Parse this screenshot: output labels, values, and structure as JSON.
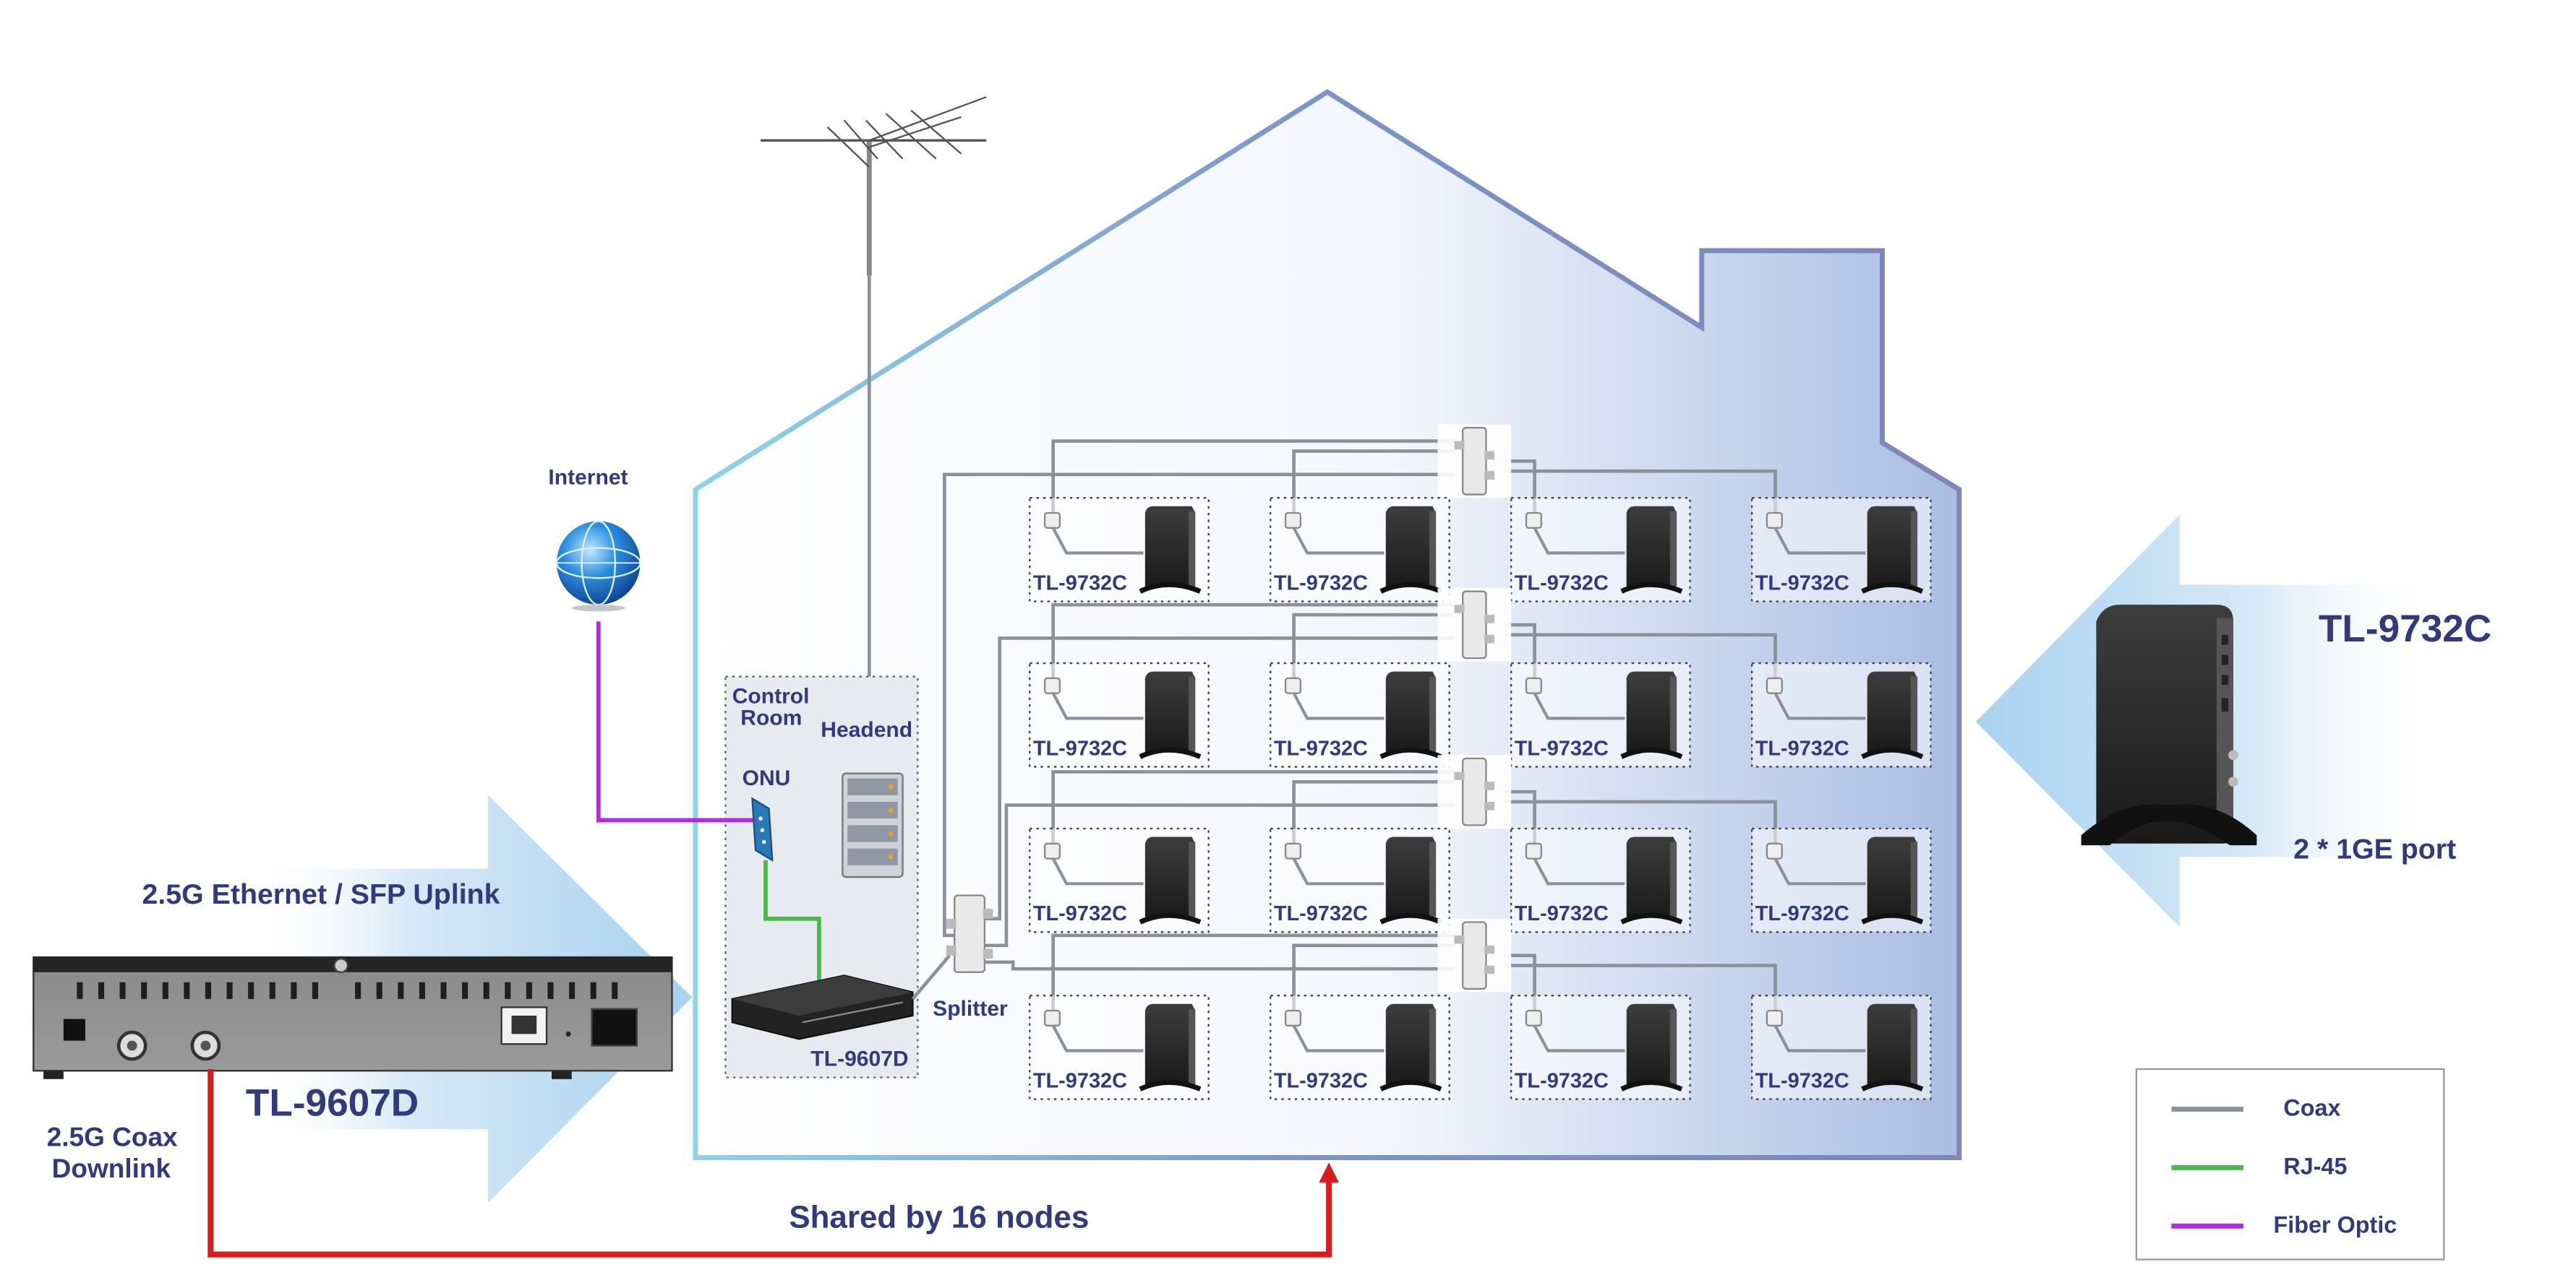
{
  "labels": {
    "internet": "Internet",
    "control_room_line1": "Control",
    "control_room_line2": "Room",
    "headend": "Headend",
    "onu": "ONU",
    "headend_device": "TL-9607D",
    "splitter": "Splitter",
    "uplink": "2.5G Ethernet / SFP Uplink",
    "master_name": "TL-9607D",
    "downlink_line1": "2.5G Coax",
    "downlink_line2": "Downlink",
    "shared": "Shared by 16 nodes",
    "node_name": "TL-9732C",
    "node_port": "2 * 1GE port",
    "node_label": "TL-9732C"
  },
  "legend": [
    {
      "label": "Coax",
      "color": "#8a919b"
    },
    {
      "label": "RJ-45",
      "color": "#4cb84c"
    },
    {
      "label": "Fiber Optic",
      "color": "#b02ed6"
    }
  ],
  "colors": {
    "text": "#303a7c",
    "coax": "#8a919b",
    "rj45": "#4cb84c",
    "fiber": "#b02ed6",
    "downlink": "#d81b1b",
    "house_outline": "#7e90c4",
    "arrow_fill": "#b7d8f2"
  },
  "icons": {
    "globe": "globe-icon",
    "antenna": "antenna-icon",
    "onu": "onu-icon",
    "server": "server-rack-icon",
    "splitter": "splitter-icon",
    "headend_box": "headend-device-icon",
    "node_box": "coax-node-icon",
    "master_box": "master-device-icon"
  }
}
